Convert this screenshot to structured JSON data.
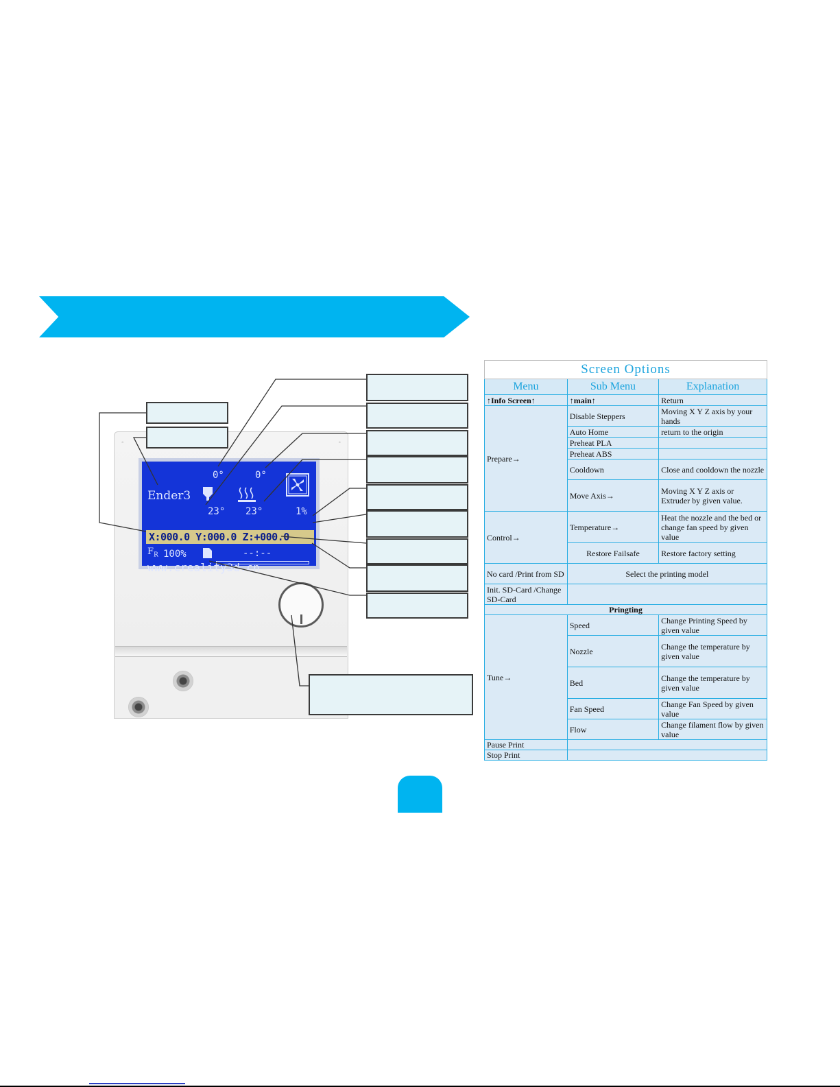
{
  "lcd": {
    "title": "Ender3",
    "nozzle_target": "0°",
    "nozzle_current": "23°",
    "bed_target": "0°",
    "bed_current": "23°",
    "fan_speed": "1%",
    "coordinates": "X:000.0 Y:000.0 Z:+000.0",
    "feed_rate": "100%",
    "print_time": "--:--",
    "url": "www.creality3d.cn"
  },
  "table": {
    "title": "Screen Options",
    "headers": [
      "Menu",
      "Sub Menu",
      "Explanation"
    ],
    "info_screen": {
      "menu": "↑Info Screen↑",
      "sub": "↑main↑",
      "explanation": "Return"
    },
    "prepare": {
      "menu": "Prepare→",
      "rows": [
        {
          "sub": "Disable Steppers",
          "explanation": "Moving X Y Z axis by your hands"
        },
        {
          "sub": "Auto Home",
          "explanation": "return to the origin"
        },
        {
          "sub": "Preheat PLA",
          "explanation": ""
        },
        {
          "sub": "Preheat ABS",
          "explanation": ""
        },
        {
          "sub": "Cooldown",
          "explanation": "Close and cooldown the nozzle"
        },
        {
          "sub": "Move Axis→",
          "explanation": "Moving X Y Z axis or Extruder by given value."
        }
      ]
    },
    "control": {
      "menu": "Control→",
      "rows": [
        {
          "sub": "Temperature→",
          "explanation": "Heat the nozzle and the bed or change fan speed by given value"
        },
        {
          "sub": "Restore Failsafe",
          "explanation": "Restore factory setting"
        }
      ]
    },
    "no_card": {
      "menu": "No card /Print from SD",
      "explanation": "Select the printing model"
    },
    "init_sd": {
      "menu": "Init. SD-Card /Change SD-Card"
    },
    "printing_header": "Pringting",
    "tune": {
      "menu": "Tune→",
      "rows": [
        {
          "sub": "Speed",
          "explanation": "Change Printing Speed by given value"
        },
        {
          "sub": "Nozzle",
          "explanation": "Change the temperature by given value"
        },
        {
          "sub": "Bed",
          "explanation": "Change the temperature by given value"
        },
        {
          "sub": "Fan Speed",
          "explanation": "Change Fan Speed by given value"
        },
        {
          "sub": "Flow",
          "explanation": "Change filament flow by given value"
        }
      ]
    },
    "pause": "Pause Print",
    "stop": "Stop Print"
  },
  "colors": {
    "accent": "#00b4f0",
    "lcd_blue": "#1434d8",
    "table_border": "#29aee3",
    "table_fill": "#dbeaf6"
  },
  "icons": [
    "hotend-icon",
    "heated-bed-icon",
    "fan-icon",
    "feedrate-icon",
    "sd-card-icon"
  ]
}
